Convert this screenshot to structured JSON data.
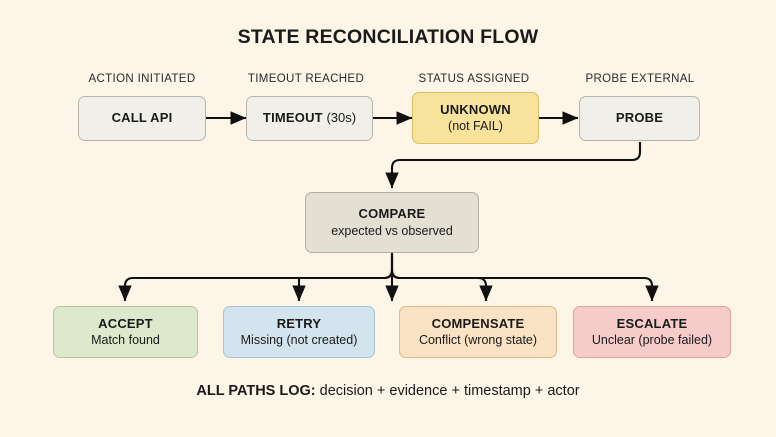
{
  "diagram": {
    "title": "STATE RECONCILIATION FLOW",
    "background_color": "#FDF5E8",
    "footer": {
      "label": "ALL PATHS LOG:",
      "text": " decision + evidence + timestamp + actor"
    },
    "captions": [
      {
        "name": "caption-action-initiated",
        "text": "ACTION INITIATED"
      },
      {
        "name": "caption-timeout-reached",
        "text": "TIMEOUT REACHED"
      },
      {
        "name": "caption-status-assigned",
        "text": "STATUS ASSIGNED"
      },
      {
        "name": "caption-probe-external",
        "text": "PROBE EXTERNAL"
      }
    ],
    "top_row": [
      {
        "name": "node-call-api",
        "title": "CALL API",
        "subtitle": "",
        "suffix": "",
        "color": "#F1EFE9"
      },
      {
        "name": "node-timeout",
        "title": "TIMEOUT",
        "subtitle": "",
        "suffix": " (30s)",
        "color": "#F1EFE9"
      },
      {
        "name": "node-unknown",
        "title": "UNKNOWN",
        "subtitle": "(not FAIL)",
        "suffix": "",
        "color": "#F7E39C"
      },
      {
        "name": "node-probe",
        "title": "PROBE",
        "subtitle": "",
        "suffix": "",
        "color": "#F1EFE9"
      }
    ],
    "compare": {
      "name": "node-compare",
      "title": "COMPARE",
      "subtitle": "expected vs observed",
      "color": "#E3DFD3"
    },
    "outcomes": [
      {
        "name": "node-accept",
        "title": "ACCEPT",
        "subtitle": "Match found",
        "color": "#DDE9CC"
      },
      {
        "name": "node-retry",
        "title": "RETRY",
        "subtitle": "Missing (not created)",
        "color": "#D3E4EF"
      },
      {
        "name": "node-compensate",
        "title": "COMPENSATE",
        "subtitle": "Conflict (wrong state)",
        "color": "#FAE2C4"
      },
      {
        "name": "node-escalate",
        "title": "ESCALATE",
        "subtitle": "Unclear (probe failed)",
        "color": "#F6CCCA"
      }
    ]
  }
}
